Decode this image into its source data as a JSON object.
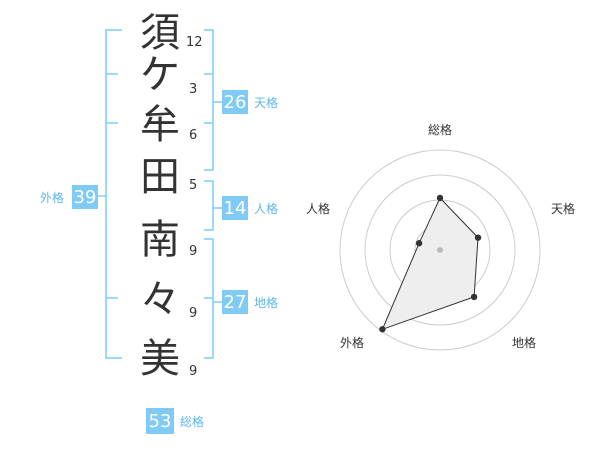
{
  "name_chars": [
    {
      "char": "須",
      "strokes": "12"
    },
    {
      "char": "ケ",
      "strokes": "3"
    },
    {
      "char": "牟",
      "strokes": "6"
    },
    {
      "char": "田",
      "strokes": "5"
    },
    {
      "char": "南",
      "strokes": "9"
    },
    {
      "char": "々",
      "strokes": "9"
    },
    {
      "char": "美",
      "strokes": "9"
    }
  ],
  "fortune": {
    "tenkaku": {
      "value": "26",
      "label": "天格"
    },
    "jinkaku": {
      "value": "14",
      "label": "人格"
    },
    "chikaku": {
      "value": "27",
      "label": "地格"
    },
    "gaikaku": {
      "value": "39",
      "label": "外格"
    },
    "soukaku": {
      "value": "53",
      "label": "総格"
    }
  },
  "colors": {
    "accent": "#7fcbf5",
    "accent_text": "#5fb6ea",
    "radar_fill": "#eeeeee",
    "radar_ring": "#cccccc"
  },
  "chart_data": {
    "type": "radar",
    "axes": [
      "総格",
      "天格",
      "地格",
      "外格",
      "人格"
    ],
    "values": [
      0.52,
      0.4,
      0.58,
      0.98,
      0.22
    ],
    "rings": 4
  }
}
